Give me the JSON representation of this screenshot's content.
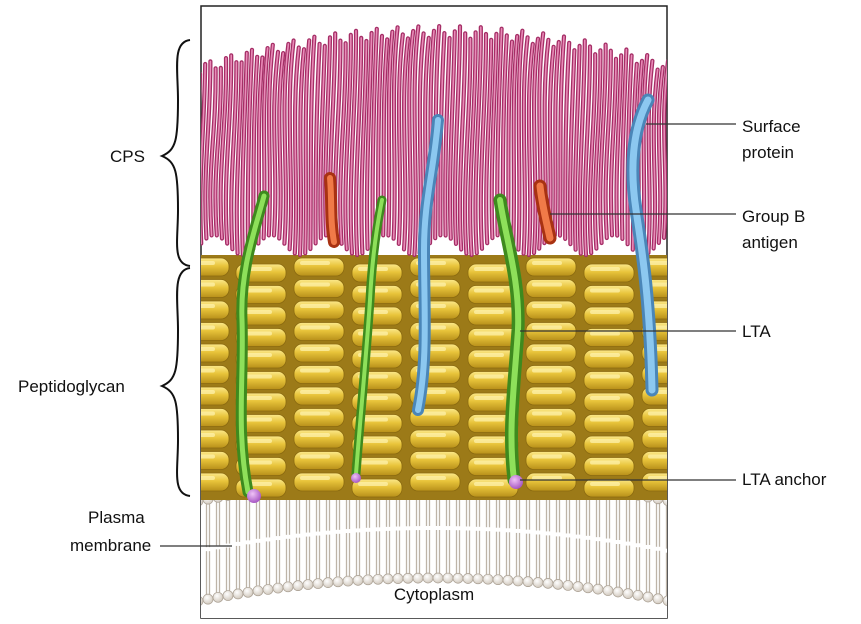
{
  "labels": {
    "cps": "CPS",
    "peptidoglycan": "Peptidoglycan",
    "plasma_membrane_line1": "Plasma",
    "plasma_membrane_line2": "membrane",
    "surface_protein_line1": "Surface",
    "surface_protein_line2": "protein",
    "group_b_line1": "Group B",
    "group_b_line2": "antigen",
    "lta": "LTA",
    "lta_anchor": "LTA anchor",
    "cytoplasm": "Cytoplasm"
  },
  "colors": {
    "cps_strands": "#c8447f",
    "cps_highlight": "#f0a0c8",
    "peptidoglycan_block": "#e8c43a",
    "peptidoglycan_shadow": "#b8901a",
    "peptidoglycan_highlight": "#fbe88a",
    "lta": "#6cc63a",
    "surface_protein": "#7ab8e6",
    "group_b_antigen": "#e35a2a",
    "anchor": "#c070d8",
    "membrane_head": "#ece4da",
    "membrane_tail": "#d6cfc5"
  }
}
